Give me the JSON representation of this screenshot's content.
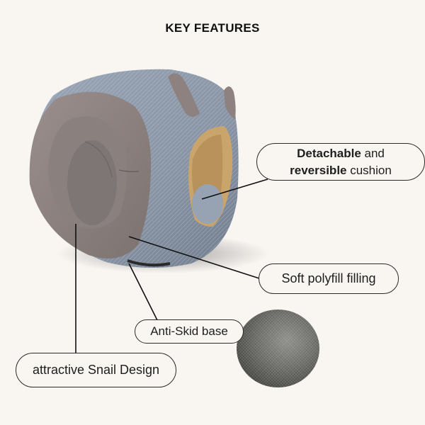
{
  "title": "KEY FEATURES",
  "features": {
    "detachable": {
      "bold1": "Detachable",
      "rest1": " and",
      "bold2": "reversible",
      "rest2": " cushion"
    },
    "soft": "Soft polyfill filling",
    "antiskid": "Anti-Skid base",
    "snail": "attractive Snail Design"
  },
  "image": {
    "product": "snail-shaped-pet-bed",
    "inset": "anti-skid-base-closeup"
  },
  "colors": {
    "background": "#f9f6f2",
    "plush_gray": "#8e99a8",
    "cushion_taupe": "#8f8583",
    "interior_tan": "#c9a56c"
  }
}
